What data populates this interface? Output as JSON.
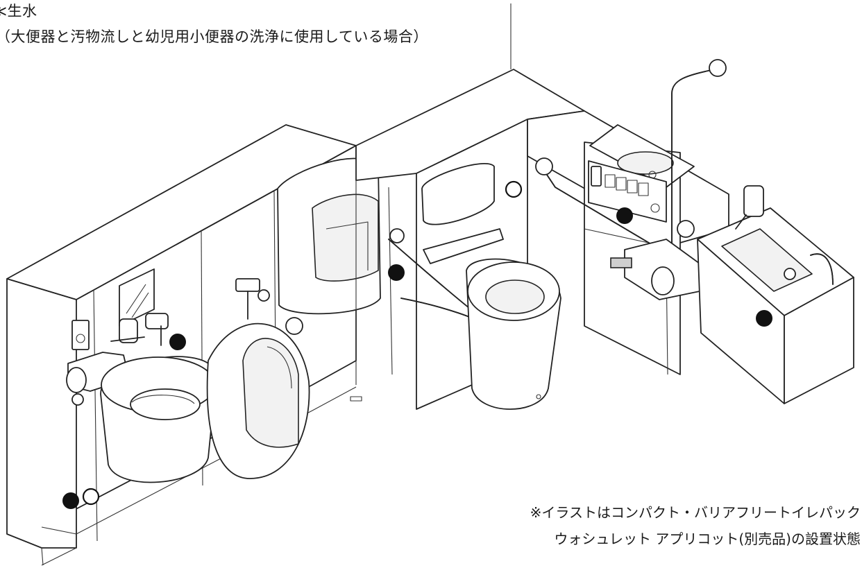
{
  "legend": {
    "line1": "≪生水",
    "line2": "（大便器と汚物流しと幼児用小便器の洗浄に使用している場合）"
  },
  "note": {
    "line1": "※イラストはコンパクト・バリアフリートイレパック",
    "line2": "ウォシュレット アプリコット(別売品)の設置状態"
  },
  "marker_colors": {
    "filled": "#111111",
    "open": "#ffffff"
  }
}
